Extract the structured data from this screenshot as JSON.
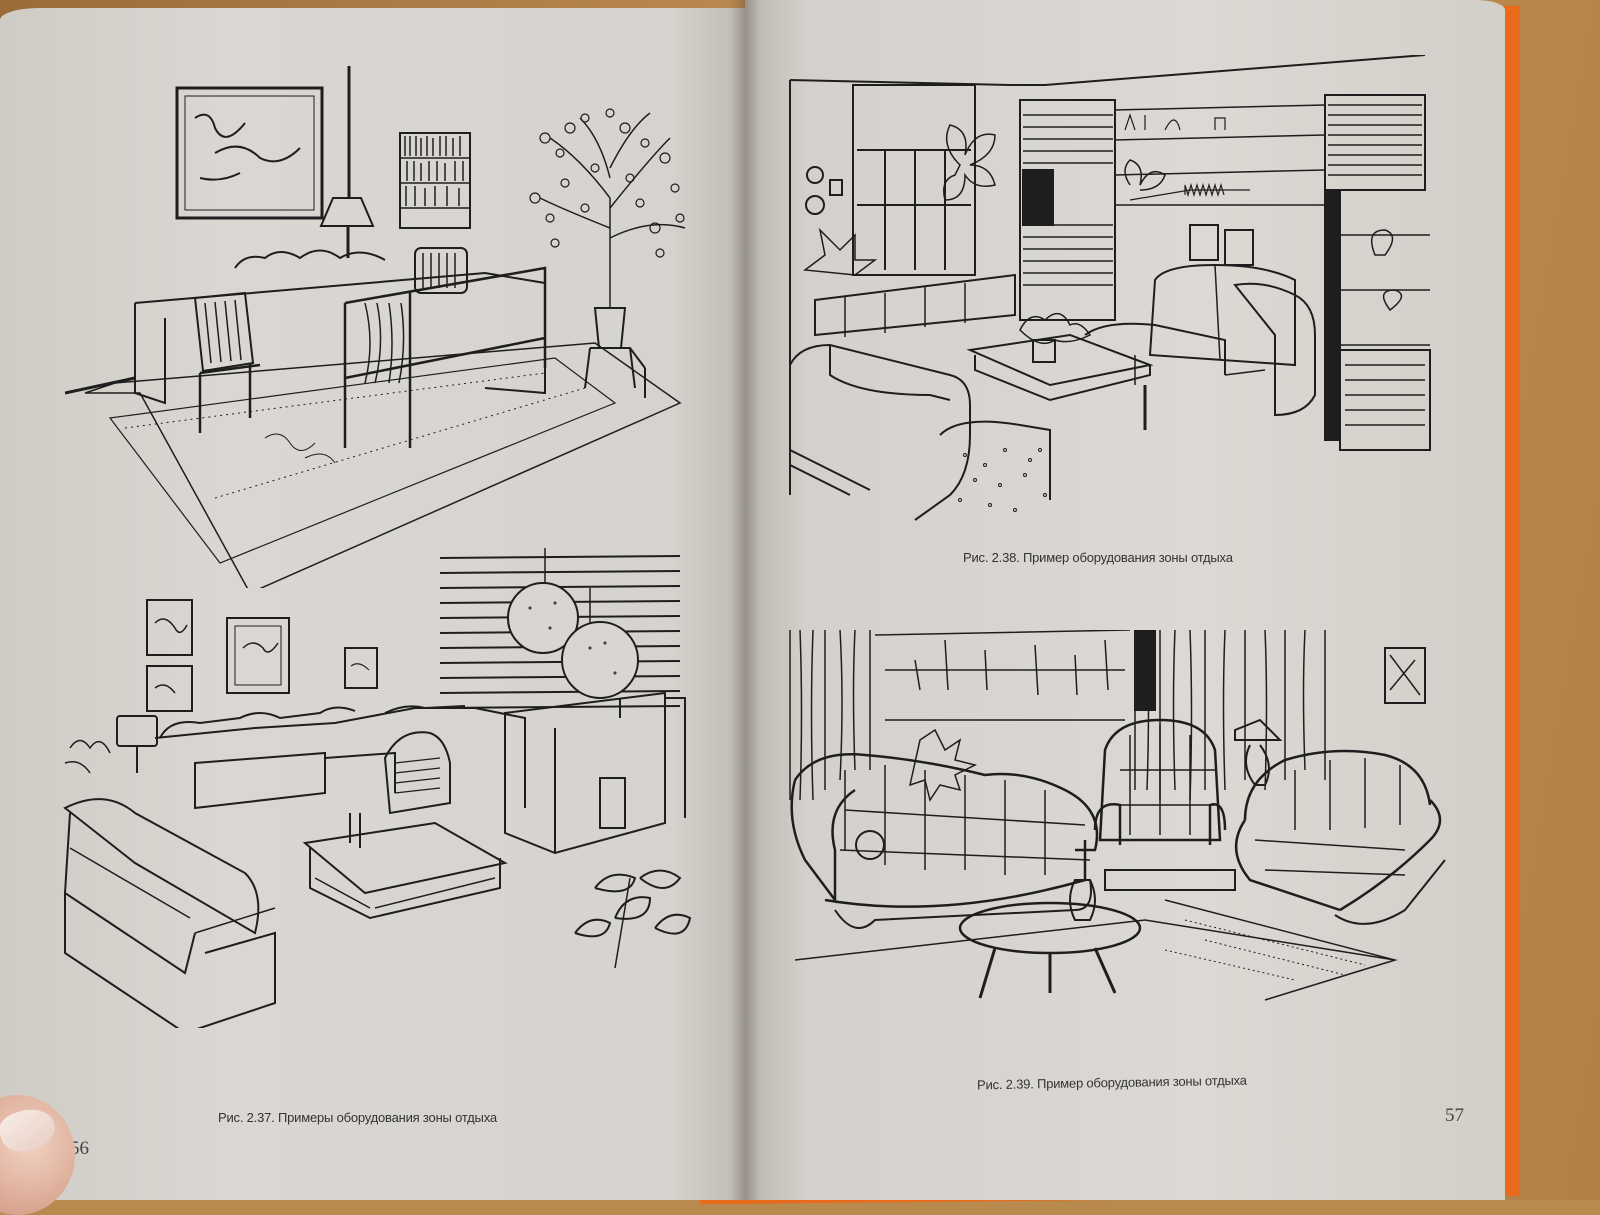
{
  "left_page": {
    "caption": "Рис. 2.37. Примеры оборудования зоны отдыха",
    "page_number": "56"
  },
  "right_page": {
    "caption_top": "Рис. 2.38. Пример оборудования зоны отдыха",
    "caption_bottom": "Рис. 2.39. Пример оборудования зоны отдыха",
    "page_number": "57"
  },
  "colors": {
    "paper": "#d9d6d1",
    "ink": "#1e1e1e",
    "cover": "#e86a1a"
  }
}
